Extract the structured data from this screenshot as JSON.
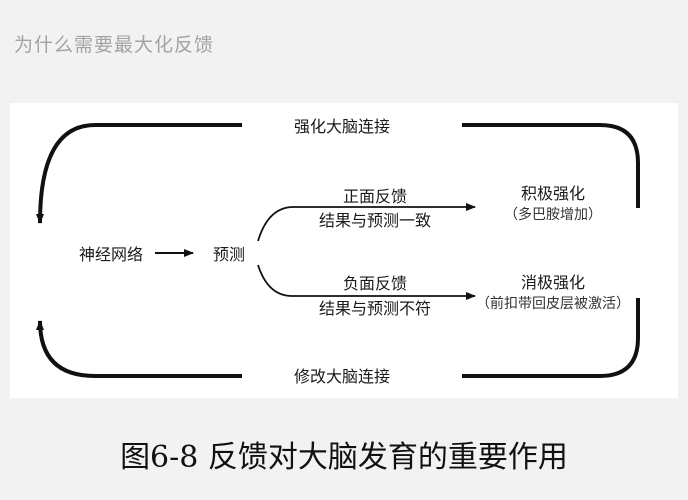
{
  "page": {
    "heading": "为什么需要最大化反馈"
  },
  "diagram": {
    "top_loop": "强化大脑连接",
    "bottom_loop": "修改大脑连接",
    "neural_network": "神经网络",
    "prediction": "预测",
    "positive_feedback": "正面反馈",
    "positive_condition": "结果与预测一致",
    "negative_feedback": "负面反馈",
    "negative_condition": "结果与预测不符",
    "positive_reinforcement": "积极强化",
    "positive_note": "（多巴胺增加）",
    "negative_reinforcement": "消极强化",
    "negative_note": "（前扣带回皮层被激活）"
  },
  "caption": "图6-8 反馈对大脑发育的重要作用"
}
